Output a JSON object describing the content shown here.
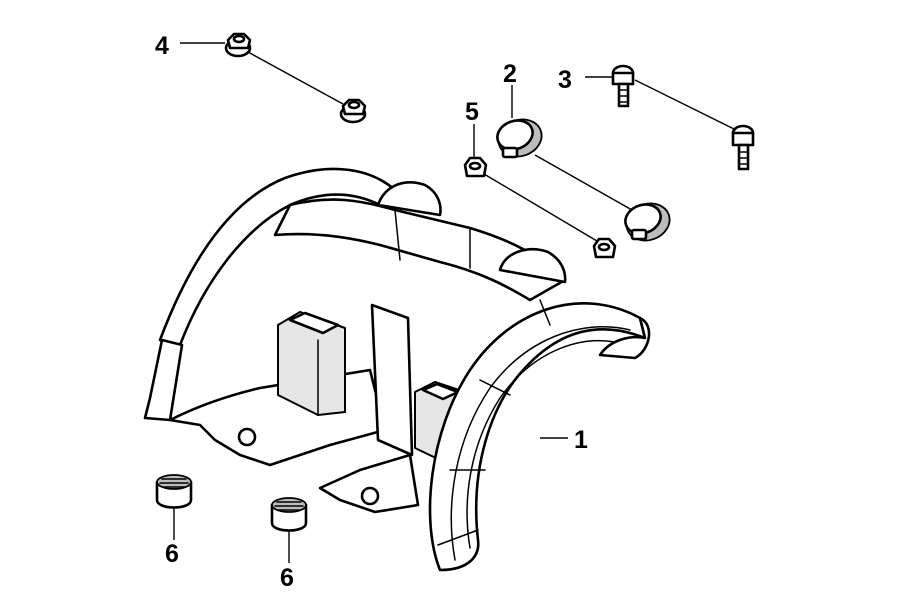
{
  "diagram": {
    "callouts": [
      {
        "id": "c1",
        "label": "1"
      },
      {
        "id": "c2",
        "label": "2"
      },
      {
        "id": "c3",
        "label": "3"
      },
      {
        "id": "c4",
        "label": "4"
      },
      {
        "id": "c5",
        "label": "5"
      },
      {
        "id": "c6a",
        "label": "6"
      },
      {
        "id": "c6b",
        "label": "6"
      }
    ]
  }
}
